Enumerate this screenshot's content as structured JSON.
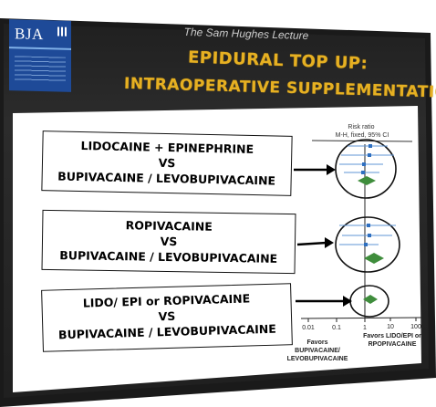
{
  "journal": {
    "name": "BJA"
  },
  "slide": {
    "subtitle": "The Sam Hughes Lecture",
    "title_line1": "EPIDURAL TOP UP:",
    "title_line2": "INTRAOPERATIVE SUPPLEMENTATION"
  },
  "comparisons": [
    {
      "line1": "LIDOCAINE + EPINEPHRINE",
      "line2": "VS",
      "line3": "BUPIVACAINE / LEVOBUPIVACAINE"
    },
    {
      "line1": "ROPIVACAINE",
      "line2": "VS",
      "line3": "BUPIVACAINE / LEVOBUPIVACAINE"
    },
    {
      "line1": "LIDO/ EPI or ROPIVACAINE",
      "line2": "VS",
      "line3": "BUPIVACAINE / LEVOBUPIVACAINE"
    }
  ],
  "forest_plot": {
    "header_line1": "Risk ratio",
    "header_line2": "M-H, fixed, 95% CI",
    "axis_ticks": [
      "0.01",
      "0.1",
      "1",
      "10",
      "100"
    ],
    "favors_left": [
      "Favors",
      "BUPIVACAINE/",
      "LEVOBUPIVACAINE"
    ],
    "favors_right": [
      "Favors LIDO/EPI or",
      "RPOPIVACAINE"
    ]
  },
  "colors": {
    "title_gold": "#e6b022",
    "study_point": "#2e6fc0",
    "summary_diamond": "#3f8d3c"
  }
}
